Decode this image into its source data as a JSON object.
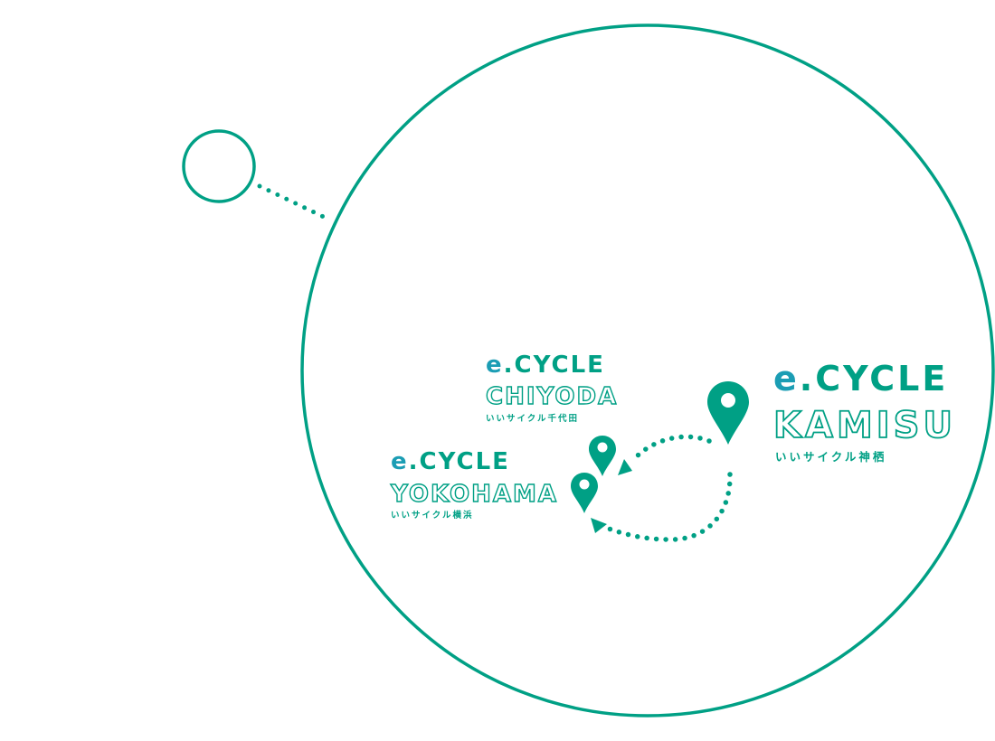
{
  "colors": {
    "primary": "#00a085",
    "e_accent": "#1b9db4"
  },
  "brand": {
    "e": "e",
    "rest": ".CYCLE"
  },
  "locations": [
    {
      "id": "chiyoda",
      "city": "CHIYODA",
      "jp": "いいサイクル千代田"
    },
    {
      "id": "kamisu",
      "city": "KAMISU",
      "jp": "いいサイクル神栖"
    },
    {
      "id": "yokohama",
      "city": "YOKOHAMA",
      "jp": "いいサイクル横浜"
    }
  ]
}
